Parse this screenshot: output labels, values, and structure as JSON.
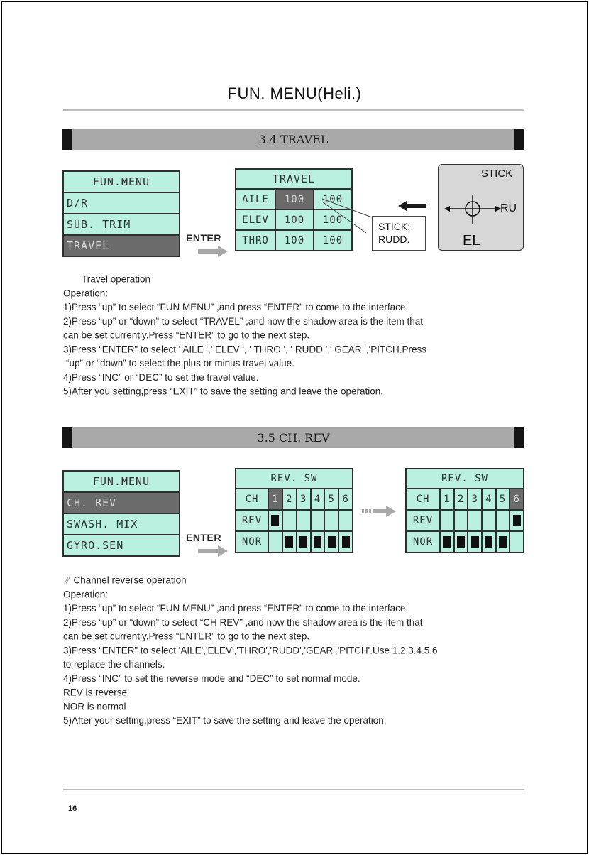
{
  "page": {
    "title": "FUN. MENU(Heli.)",
    "number": "16"
  },
  "travel_section": {
    "heading": "3.4   TRAVEL",
    "menu": {
      "title": "FUN.MENU",
      "items": [
        {
          "label": "D/R",
          "selected": false
        },
        {
          "label": "SUB. TRIM",
          "selected": false
        },
        {
          "label": "TRAVEL",
          "selected": true
        }
      ]
    },
    "enter_label": "ENTER",
    "screen": {
      "title": "TRAVEL",
      "rows": [
        {
          "channel": "AILE",
          "left": "100",
          "right": "100"
        },
        {
          "channel": "ELEV",
          "left": "100",
          "right": "100"
        },
        {
          "channel": "THRO",
          "left": "100",
          "right": "100"
        }
      ]
    },
    "callout": {
      "line1": "STICK:",
      "line2": "RUDD."
    },
    "stick_panel": {
      "label_top": "STICK",
      "label_right": "RU",
      "label_bottom": "EL"
    },
    "intro": "Travel operation",
    "operation_label": "Operation:",
    "steps": [
      "1)Press “up” to select “FUN MENU” ,and press “ENTER” to come to the interface.",
      "2)Press “up” or “down” to select “TRAVEL” ,and now the shadow area is the item that",
      "can be set currently.Press “ENTER” to go to the next step.",
      "3)Press “ENTER” to select ' AILE ',' ELEV ', ' THRO ', ' RUDD ',' GEAR ','PITCH.Press",
      "“up” or “down” to select the plus or minus travel value.",
      "4)Press “INC” or “DEC” to set the travel value.",
      "5)After you setting,press “EXIT” to save the setting and leave the operation."
    ]
  },
  "chrev_section": {
    "heading": "3.5   CH. REV",
    "menu": {
      "title": "FUN.MENU",
      "items": [
        {
          "label": "CH. REV",
          "selected": true
        },
        {
          "label": "SWASH. MIX",
          "selected": false
        },
        {
          "label": "GYRO.SEN",
          "selected": false
        }
      ]
    },
    "enter_label": "ENTER",
    "screen_before": {
      "title": "REV. SW",
      "row_labels": [
        "CH",
        "REV",
        "NOR"
      ],
      "channels": [
        "1",
        "2",
        "3",
        "4",
        "5",
        "6"
      ],
      "highlighted": 0,
      "rev": [
        true,
        false,
        false,
        false,
        false,
        false
      ],
      "nor": [
        false,
        true,
        true,
        true,
        true,
        true
      ]
    },
    "screen_after": {
      "title": "REV. SW",
      "row_labels": [
        "CH",
        "REV",
        "NOR"
      ],
      "channels": [
        "1",
        "2",
        "3",
        "4",
        "5",
        "6"
      ],
      "highlighted": 5,
      "rev": [
        false,
        false,
        false,
        false,
        false,
        true
      ],
      "nor": [
        true,
        true,
        true,
        true,
        true,
        false
      ]
    },
    "intro": "Channel reverse operation",
    "operation_label": "Operation:",
    "steps": [
      "1)Press “up” to select “FUN MENU” ,and press “ENTER” to come to the interface.",
      "2)Press “up” or “down” to select “CH REV” ,and now the shadow area is the item that",
      "can be set currently.Press “ENTER” to go to the next step.",
      "3)Press “ENTER” to select 'AILE','ELEV','THRO','RUDD','GEAR','PITCH'.Use 1.2.3.4.5.6",
      "to replace the channels.",
      "4)Press “INC” to set the reverse mode and “DEC” to set normal mode.",
      "REV is reverse",
      "NOR is normal",
      "5)After your setting,press “EXIT” to save the setting and leave the operation."
    ]
  }
}
